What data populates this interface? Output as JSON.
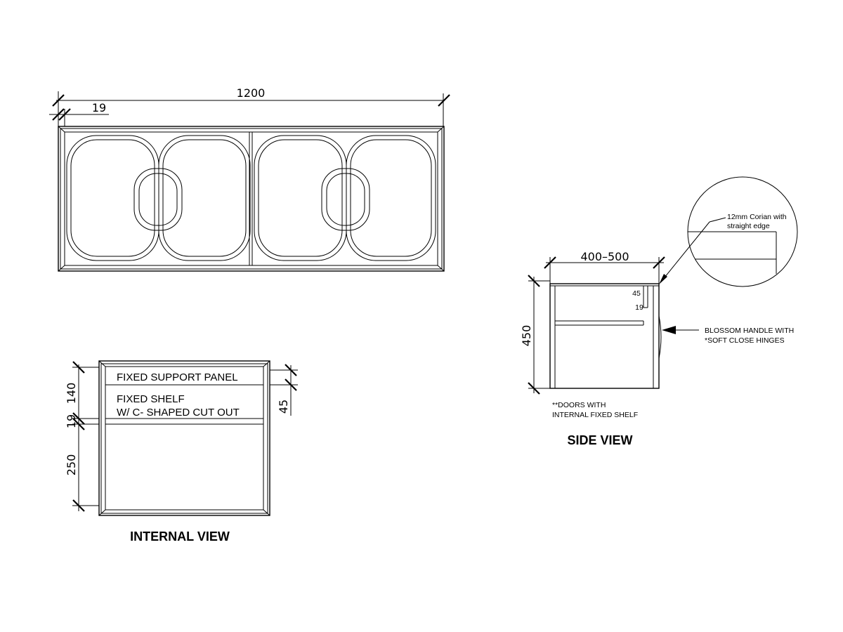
{
  "front_view": {
    "dim_width": "1200",
    "dim_side_panel": "19"
  },
  "internal_view": {
    "title": "INTERNAL VIEW",
    "label_support_panel": "FIXED SUPPORT PANEL",
    "label_shelf_line1": "FIXED SHELF",
    "label_shelf_line2": "W/ C- SHAPED CUT OUT",
    "dim_top": "140",
    "dim_shelf": "19",
    "dim_bottom": "250",
    "dim_panel": "45"
  },
  "side_view": {
    "title": "SIDE VIEW",
    "dim_depth": "400–500",
    "dim_height": "450",
    "dim_top_45": "45",
    "dim_top_19": "19",
    "callout_corian_line1": "12mm Corian with",
    "callout_corian_line2": "straight edge",
    "callout_handle_line1": "BLOSSOM HANDLE WITH",
    "callout_handle_line2": "*SOFT CLOSE HINGES",
    "note_line1": "**DOORS WITH",
    "note_line2": "INTERNAL FIXED SHELF"
  }
}
